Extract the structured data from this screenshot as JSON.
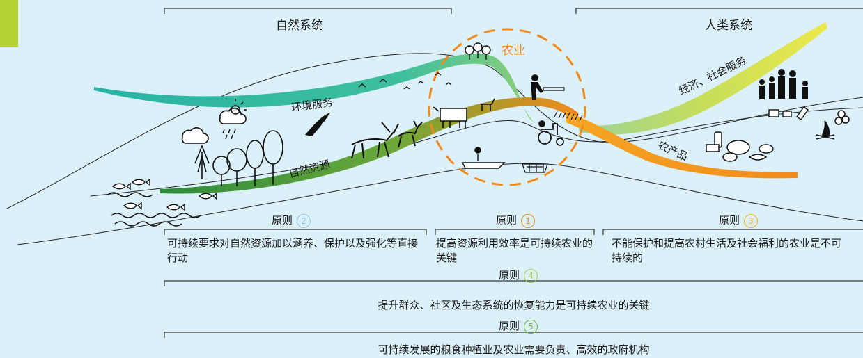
{
  "headers": {
    "natural": "自然系统",
    "human": "人类系统",
    "agriculture": "农业"
  },
  "flow_labels": {
    "environmental_services": "环境服务",
    "natural_resources": "自然资源",
    "economic_social_services": "经济、社会服务",
    "agricultural_products": "农产品"
  },
  "principles": [
    {
      "label": "原则",
      "number": "2",
      "text": "可持续要求对自然资源加以涵养、保护以及强化等直接行动",
      "color": "#8ec9e6"
    },
    {
      "label": "原则",
      "number": "1",
      "text": "提高资源利用效率是可持续农业的关键",
      "color": "#f08a1c"
    },
    {
      "label": "原则",
      "number": "3",
      "text": "不能保护和提高农村生活及社会福利的农业是不可持续的",
      "color": "#f2b11a"
    },
    {
      "label": "原则",
      "number": "4",
      "text": "提升群众、社区及生态系统的恢复能力是可持续农业的关键",
      "color": "#a9c84a"
    },
    {
      "label": "原则",
      "number": "5",
      "text": "可持续发展的粮食种植业及农业需要负责、高效的政府机构",
      "color": "#6db33f"
    }
  ],
  "colors": {
    "background": "#dcf0f9",
    "accent_bar": "#b5d334",
    "teal": "#29b3a6",
    "green": "#4a9e3a",
    "orange": "#f08a1c",
    "yellow": "#e8e44a",
    "dashed_circle": "#f08a1c"
  }
}
